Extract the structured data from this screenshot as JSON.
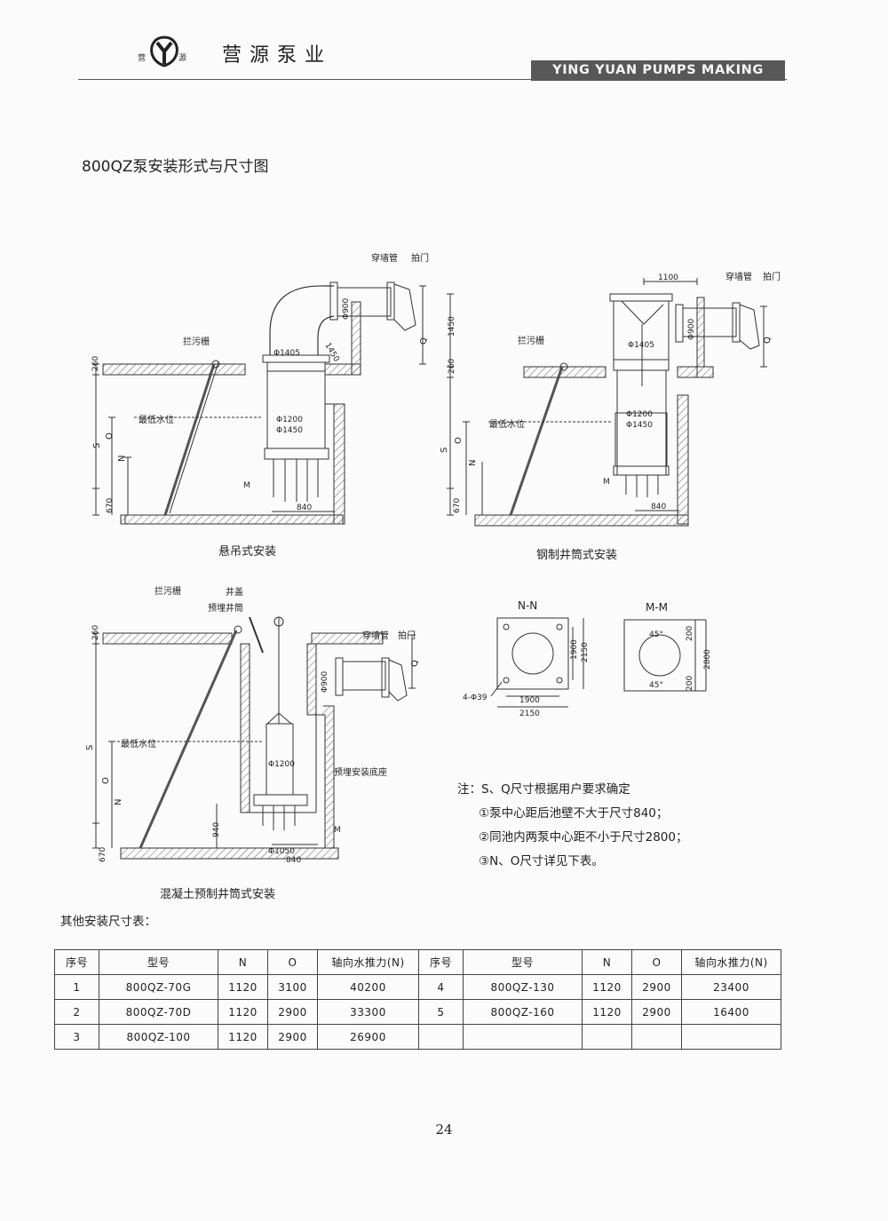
{
  "header": {
    "company_name": "营源泵业",
    "banner": "YING YUAN PUMPS MAKING",
    "logo_left_char": "营",
    "logo_right_char": "源"
  },
  "title": "800QZ泵安装形式与尺寸图",
  "drawings": {
    "d1": {
      "caption": "悬吊式安装",
      "labels": {
        "wall_pipe": "穿墙管",
        "flap": "拍门",
        "trash_rack": "拦污栅",
        "min_level": "最低水位",
        "d900": "Φ900",
        "d1405": "Φ1405",
        "d1200": "Φ1200",
        "d1450": "Φ1450",
        "r1450": "1450",
        "h260": "260",
        "h670": "670",
        "w840": "840",
        "S": "S",
        "O": "O",
        "N": "N",
        "Q": "Q",
        "M": "M"
      }
    },
    "d2": {
      "caption": "钢制井筒式安装",
      "labels": {
        "wall_pipe": "穿墙管",
        "flap": "拍门",
        "trash_rack": "拦污栅",
        "min_level": "最低水位",
        "w1100": "1100",
        "h1450": "1450",
        "d900": "Φ900",
        "d1405": "Φ1405",
        "d1200": "Φ1200",
        "d1450": "Φ1450",
        "h260": "260",
        "h670": "670",
        "w840": "840",
        "S": "S",
        "O": "O",
        "N": "N",
        "Q": "Q",
        "M": "M"
      }
    },
    "d3": {
      "caption": "混凝土预制井筒式安装",
      "labels": {
        "trash_rack": "拦污栅",
        "cover": "井盖",
        "embedded": "预埋井筒",
        "wall_pipe": "穿墙管",
        "flap": "拍门",
        "min_level": "最低水位",
        "base": "预埋安装底座",
        "d900": "Φ900",
        "d1200": "Φ1200",
        "d1050": "Φ1050",
        "h260": "260",
        "h940": "940",
        "h670": "670",
        "w840": "840",
        "S": "S",
        "O": "O",
        "N": "N",
        "Q": "Q",
        "M": "M"
      }
    },
    "nn": {
      "title": "N-N",
      "labels": {
        "h1900": "1900",
        "h2150": "2150",
        "w1900": "1900",
        "w2150": "2150",
        "holes": "4-Φ39"
      }
    },
    "mm": {
      "title": "M-M",
      "labels": {
        "a1": "45°",
        "a2": "45°",
        "v200a": "200",
        "v200b": "200",
        "h2800": "2800"
      }
    }
  },
  "notes": {
    "head": "注：S、Q尺寸根据用户要求确定",
    "items": [
      "①泵中心距后池壁不大于尺寸840；",
      "②同池内两泵中心距不小于尺寸2800；",
      "③N、O尺寸详见下表。"
    ]
  },
  "table": {
    "title": "其他安装尺寸表：",
    "headers": [
      "序号",
      "型号",
      "N",
      "O",
      "轴向水推力(N)",
      "序号",
      "型号",
      "N",
      "O",
      "轴向水推力(N)"
    ],
    "rows": [
      [
        "1",
        "800QZ-70G",
        "1120",
        "3100",
        "40200",
        "4",
        "800QZ-130",
        "1120",
        "2900",
        "23400"
      ],
      [
        "2",
        "800QZ-70D",
        "1120",
        "2900",
        "33300",
        "5",
        "800QZ-160",
        "1120",
        "2900",
        "16400"
      ],
      [
        "3",
        "800QZ-100",
        "1120",
        "2900",
        "26900",
        "",
        "",
        "",
        "",
        ""
      ]
    ]
  },
  "page_number": "24"
}
